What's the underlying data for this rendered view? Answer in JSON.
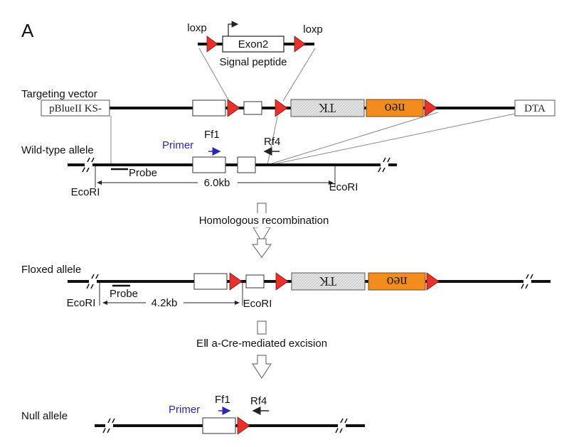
{
  "panel_label": "A",
  "loxp_label": "loxp",
  "exon2_label": "Exon2",
  "signal_peptide_label": "Signal peptide",
  "rows": {
    "targeting_vector": "Targeting vector",
    "wild_type_allele": "Wild-type allele",
    "floxed_allele": "Floxed allele",
    "null_allele": "Null allele"
  },
  "vector_parts": {
    "backbone": "pBlueII KS-",
    "tk": "TK",
    "neo": "neo",
    "dta": "DTA"
  },
  "primer_label": "Primer",
  "primer_forward": "Ff1",
  "primer_reverse": "Rf4",
  "probe_label": "Probe",
  "ecori_label": "EcoRI",
  "wt_fragment": "6.0kb",
  "floxed_fragment": "4.2kb",
  "step1": "Homologous recombination",
  "step2": "EⅡ a-Cre-mediated excision",
  "colors": {
    "loxp": "#e8312a",
    "neo": "#f28c1e",
    "tk": "#dcdcdc",
    "primer_text": "#2a2ab0",
    "backbone": "#111111"
  }
}
